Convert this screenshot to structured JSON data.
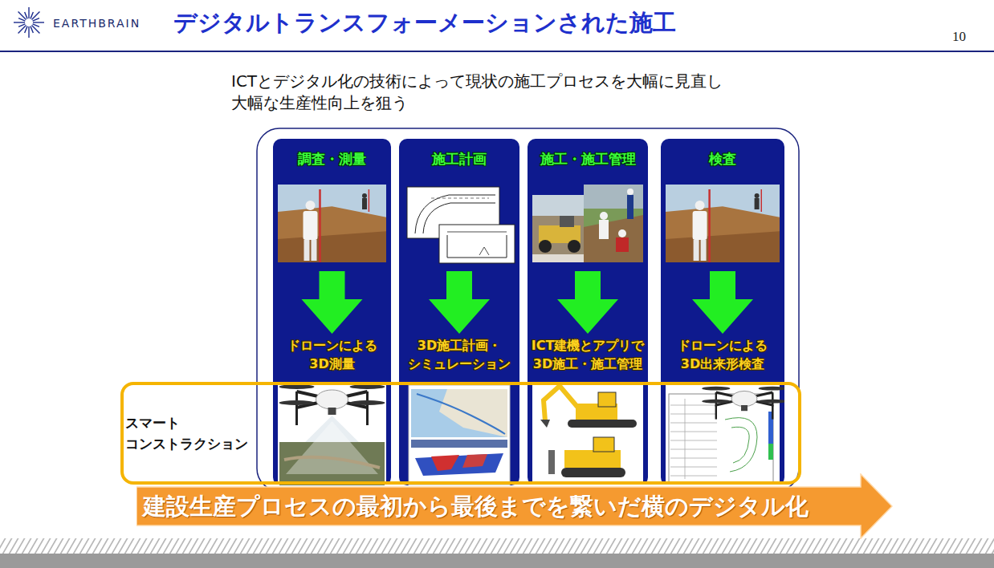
{
  "diagram": {
    "title": "デジタルトランスフォーメーションされた施工",
    "nodes": [
      {
        "text": [
          "調査・測量",
          "ドローンによる 3D測量"
        ]
      },
      {
        "text": [
          "施工計画",
          "3D施工計画・ シミュレーション"
        ]
      },
      {
        "text": [
          "施工・施工管理",
          "ICT建機とアプリで 3D施工・施工管理"
        ]
      },
      {
        "text": [
          "検査",
          "ドローンによる 3D出来形検査"
        ]
      },
      {
        "text": [
          "スマート コンストラクション"
        ]
      },
      {
        "text": [
          "建設生産プロセスの最初から最後までを繋いだ横のデジタル化"
        ]
      }
    ],
    "labels": [
      "EARTHBRAIN",
      "10",
      "ICTとデジタル化の技術によって現状の施工プロセスを大幅に見直し 大幅な生産性向上を狙う"
    ]
  }
}
